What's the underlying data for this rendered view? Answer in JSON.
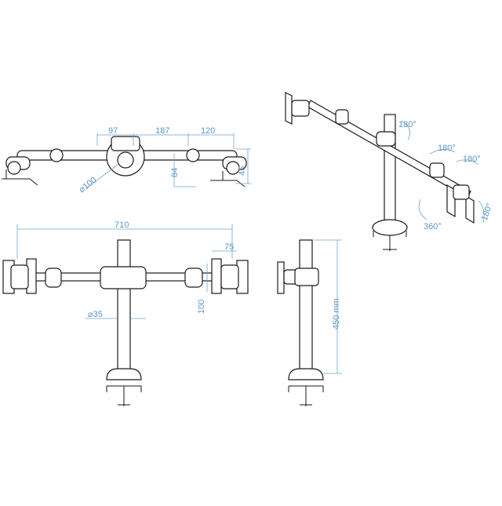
{
  "colors": {
    "line": "#1a1a1a",
    "dimension": "#6aa5cf",
    "dimension_text": "#5b97c4",
    "background": "#ffffff"
  },
  "top_view": {
    "dim_left_arm": "97",
    "dim_middle": "187",
    "dim_right_arm": "120",
    "dim_hub_diameter": "⌀100",
    "dim_depth": "84",
    "dim_height": "45"
  },
  "front_view": {
    "dim_total_width": "710",
    "dim_bracket_width": "75",
    "dim_bracket_height": "100",
    "dim_pole_diameter": "⌀35"
  },
  "side_view": {
    "dim_pole_height": "450 mm"
  },
  "iso_view": {
    "rot_pole_top": "180°",
    "rot_joint_1": "180°",
    "rot_joint_2": "180°",
    "rot_head_right": "180°",
    "rot_head_left": "360°"
  }
}
